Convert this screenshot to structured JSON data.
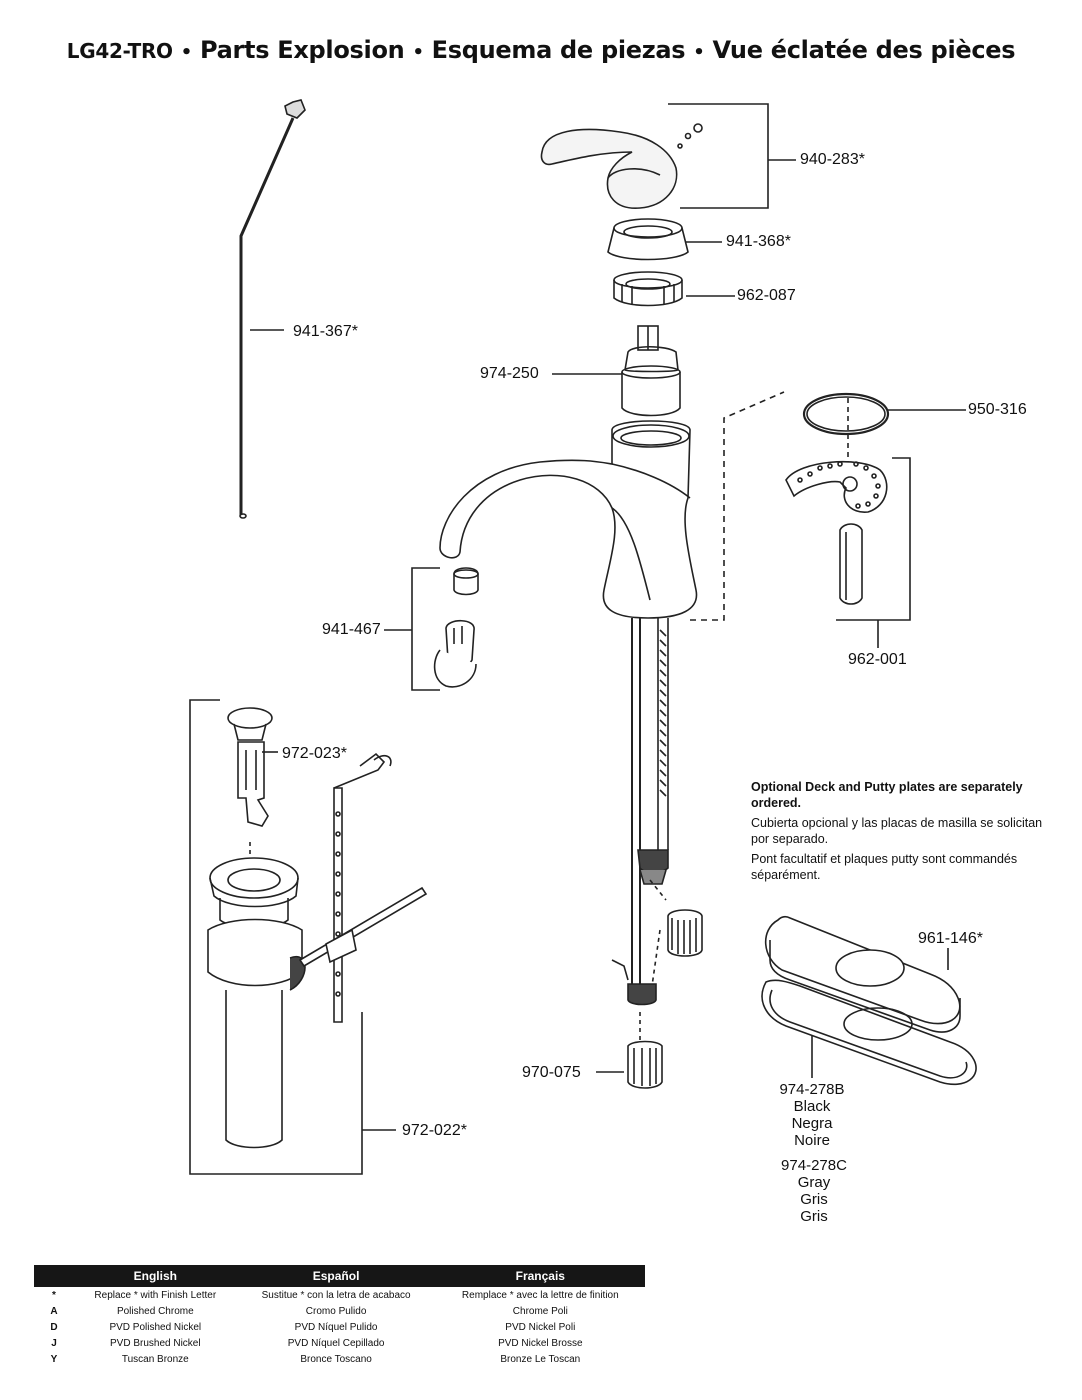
{
  "header": {
    "model": "LG42-TRO",
    "sep": "•",
    "en": "Parts Explosion",
    "es": "Esquema de piezas",
    "fr": "Vue éclatée des pièces"
  },
  "parts": {
    "handle": "940-283*",
    "cap": "941-368*",
    "nut": "962-087",
    "cartridge": "974-250",
    "oring": "950-316",
    "mount": "962-001",
    "lift_rod": "941-367*",
    "aerator": "941-467",
    "pop_up": "972-023*",
    "drain": "972-022*",
    "connector": "970-075",
    "deck_plate": "961-146*"
  },
  "note": {
    "en": "Optional Deck and Putty plates are separately ordered.",
    "es": "Cubierta opcional y las placas de masilla se solicitan por separado.",
    "fr": "Pont facultatif et plaques putty sont commandés séparément."
  },
  "putty_black": {
    "code": "974-278B",
    "en": "Black",
    "es": "Negra",
    "fr": "Noire"
  },
  "putty_gray": {
    "code": "974-278C",
    "en": "Gray",
    "es": "Gris",
    "fr": "Gris"
  },
  "legend": {
    "headers": [
      "English",
      "Español",
      "Français"
    ],
    "rows": [
      {
        "code": "*",
        "en": "Replace * with Finish Letter",
        "es": "Sustitue * con la letra de acabaco",
        "fr": "Remplace * avec la lettre de finition"
      },
      {
        "code": "A",
        "en": "Polished Chrome",
        "es": "Cromo Pulido",
        "fr": "Chrome Poli"
      },
      {
        "code": "D",
        "en": "PVD Polished Nickel",
        "es": "PVD Níquel Pulido",
        "fr": "PVD Nickel Poli"
      },
      {
        "code": "J",
        "en": "PVD Brushed Nickel",
        "es": "PVD Níquel Cepillado",
        "fr": "PVD Nickel Brosse"
      },
      {
        "code": "Y",
        "en": "Tuscan Bronze",
        "es": "Bronce Toscano",
        "fr": "Bronze Le Toscan"
      }
    ]
  }
}
